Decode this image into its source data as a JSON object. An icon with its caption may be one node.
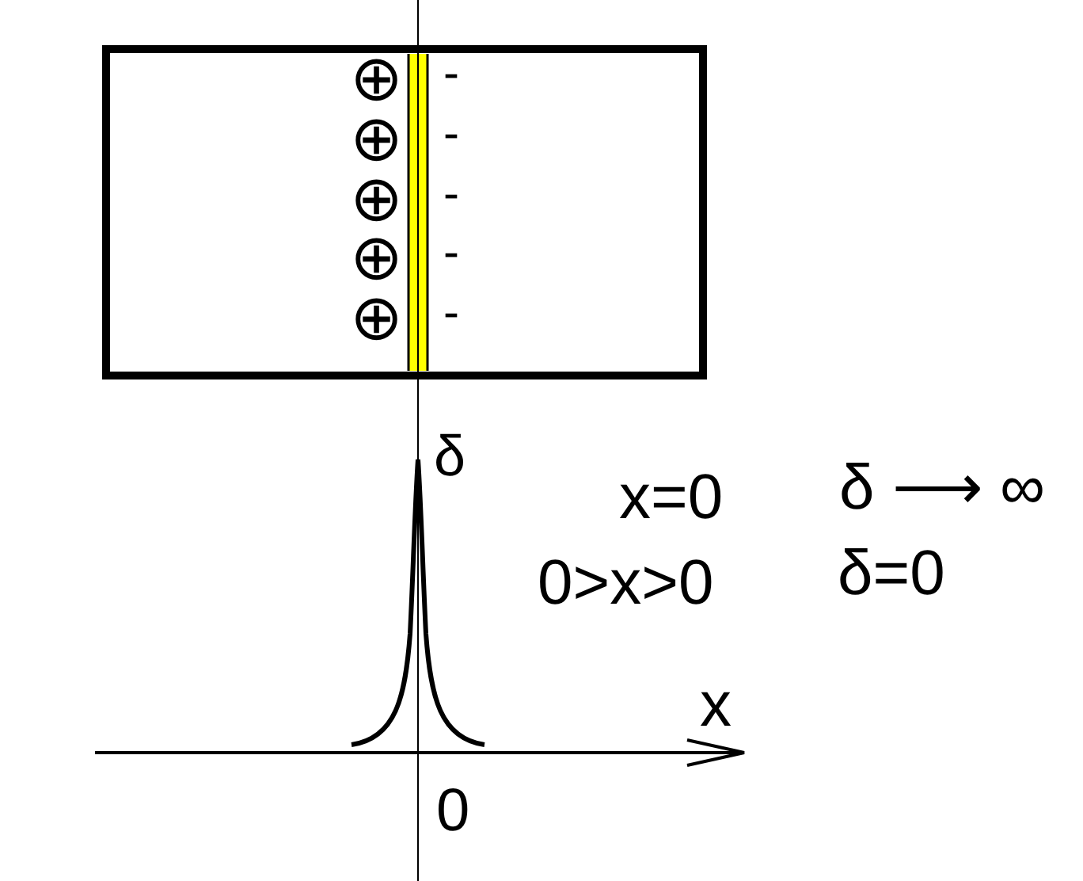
{
  "diagram": {
    "labels": [
      "⊕",
      "-",
      "⊕",
      "-",
      "⊕",
      "-",
      "⊕",
      "-",
      "⊕",
      "-",
      "δ",
      "x=0",
      "δ ⟶ ∞",
      "0>x>0",
      "δ=0",
      "x",
      "0"
    ]
  }
}
